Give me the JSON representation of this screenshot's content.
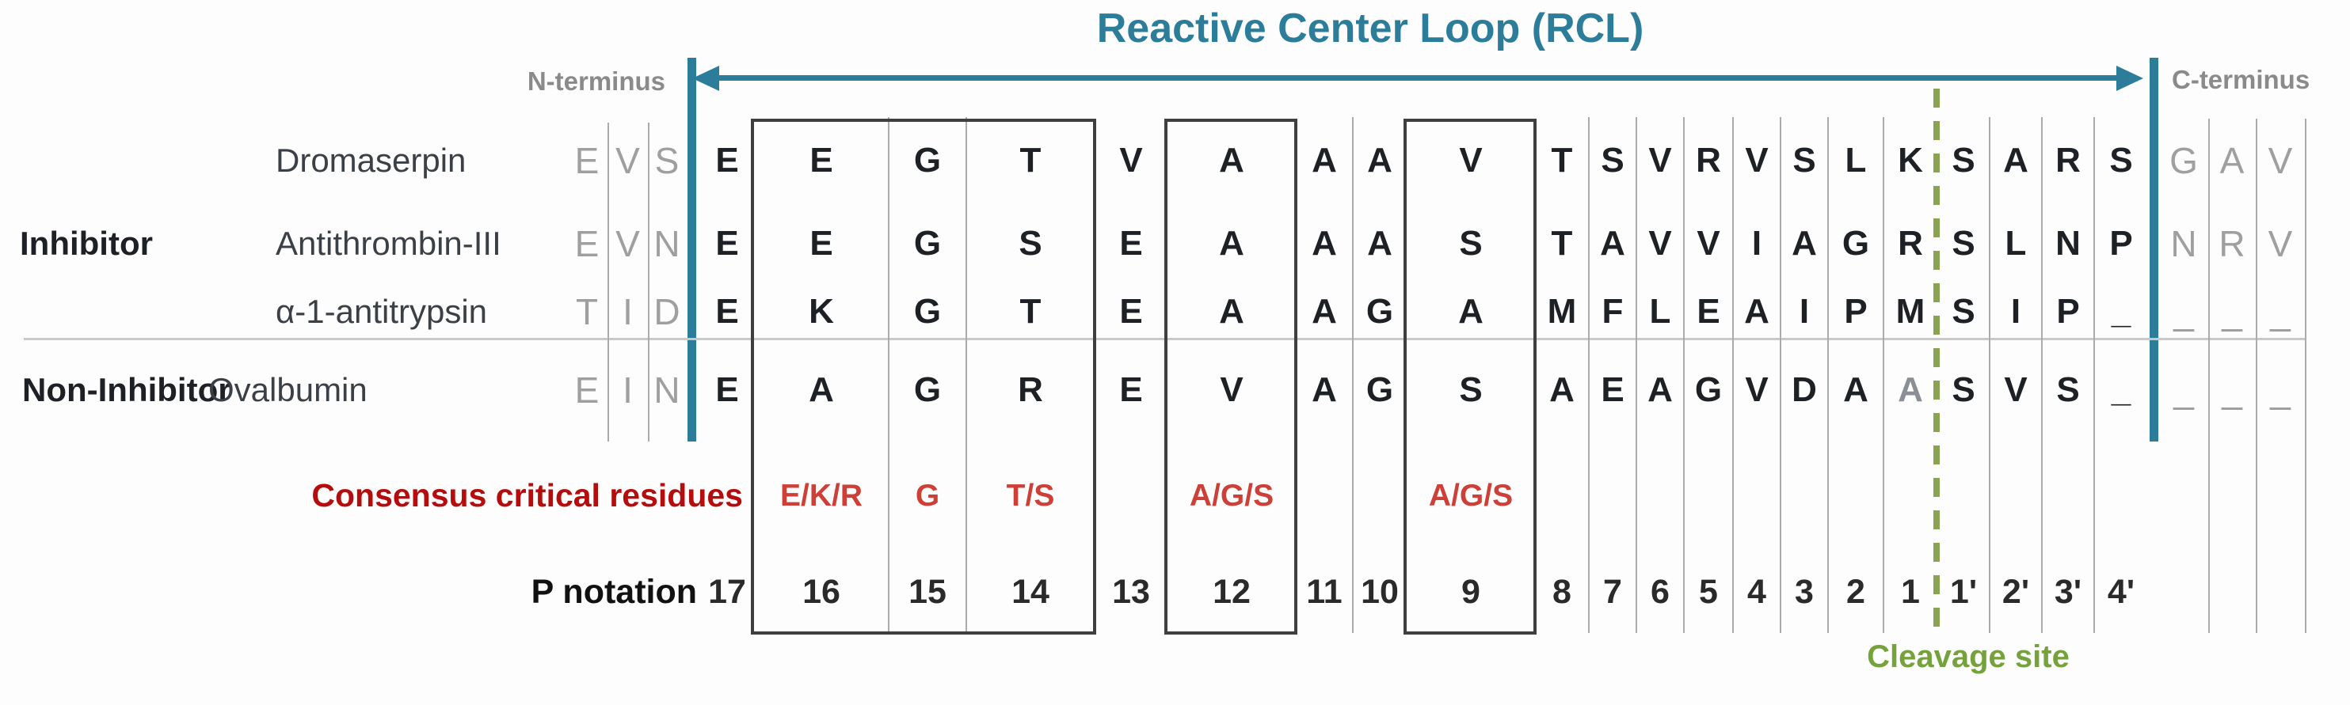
{
  "title": "Reactive Center Loop (RCL)",
  "terminus": {
    "n": "N-terminus",
    "c": "C-terminus"
  },
  "groups": {
    "inhibitor": "Inhibitor",
    "non_inhibitor": "Non-Inhibitor"
  },
  "footer": {
    "cleavage_site": "Cleavage site"
  },
  "consensus": {
    "label": "Consensus critical residues",
    "values": [
      "",
      "E/K/R",
      "G",
      "T/S",
      "",
      "A/G/S",
      "",
      "",
      "A/G/S",
      "",
      "",
      "",
      "",
      "",
      "",
      "",
      "",
      "",
      "",
      "",
      ""
    ]
  },
  "p_notation": {
    "label": "P notation",
    "positions": [
      "17",
      "16",
      "15",
      "14",
      "13",
      "12",
      "11",
      "10",
      "9",
      "8",
      "7",
      "6",
      "5",
      "4",
      "3",
      "2",
      "1",
      "1'",
      "2'",
      "3'",
      "4'"
    ]
  },
  "boxed_position_groups": [
    [
      "16",
      "15",
      "14"
    ],
    [
      "12"
    ],
    [
      "9"
    ]
  ],
  "alignment": {
    "rows": [
      {
        "name": "Dromaserpin",
        "group": "Inhibitor",
        "pre": [
          "E",
          "V",
          "S"
        ],
        "seq": [
          "E",
          "E",
          "G",
          "T",
          "V",
          "A",
          "A",
          "A",
          "V",
          "T",
          "S",
          "V",
          "R",
          "V",
          "S",
          "L",
          "K",
          "S",
          "A",
          "R",
          "S"
        ],
        "post": [
          "G",
          "A",
          "V"
        ],
        "muted": []
      },
      {
        "name": "Antithrombin-III",
        "group": "Inhibitor",
        "pre": [
          "E",
          "V",
          "N"
        ],
        "seq": [
          "E",
          "E",
          "G",
          "S",
          "E",
          "A",
          "A",
          "A",
          "S",
          "T",
          "A",
          "V",
          "V",
          "I",
          "A",
          "G",
          "R",
          "S",
          "L",
          "N",
          "P"
        ],
        "post": [
          "N",
          "R",
          "V"
        ],
        "muted": []
      },
      {
        "name": "α-1-antitrypsin",
        "group": "Inhibitor",
        "pre": [
          "T",
          "I",
          "D"
        ],
        "seq": [
          "E",
          "K",
          "G",
          "T",
          "E",
          "A",
          "A",
          "G",
          "A",
          "M",
          "F",
          "L",
          "E",
          "A",
          "I",
          "P",
          "M",
          "S",
          "I",
          "P",
          "_"
        ],
        "post": [
          "_",
          "_",
          "_"
        ],
        "muted": []
      },
      {
        "name": "Ovalbumin",
        "group": "Non-Inhibitor",
        "pre": [
          "E",
          "I",
          "N"
        ],
        "seq": [
          "E",
          "A",
          "G",
          "R",
          "E",
          "V",
          "A",
          "G",
          "S",
          "A",
          "E",
          "A",
          "G",
          "V",
          "D",
          "A",
          "A",
          "S",
          "V",
          "S",
          "_"
        ],
        "post": [
          "_",
          "_",
          "_"
        ],
        "muted": [
          16
        ]
      }
    ]
  },
  "colors": {
    "teal": "#2b7d99",
    "red_label": "#b50d0d",
    "red_value": "#cd4038",
    "green": "#76a23d",
    "green_dash": "#8aa352",
    "gray_text": "#9f9f9f",
    "black_text": "#1d2025"
  }
}
